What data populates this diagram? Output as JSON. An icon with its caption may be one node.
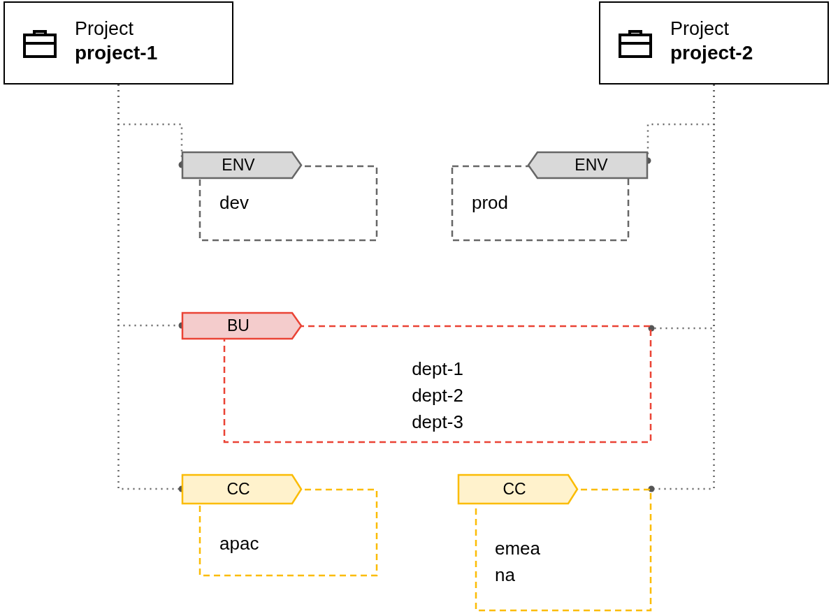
{
  "diagram": {
    "nodes": [
      {
        "text": [
          "Project",
          "project-1"
        ]
      },
      {
        "text": [
          "Project",
          "project-2"
        ]
      },
      {
        "text": [
          "ENV"
        ]
      },
      {
        "text": [
          "dev"
        ]
      },
      {
        "text": [
          "ENV"
        ]
      },
      {
        "text": [
          "prod"
        ]
      },
      {
        "text": [
          "BU"
        ]
      },
      {
        "text": [
          "dept-1",
          "dept-2",
          "dept-3"
        ]
      },
      {
        "text": [
          "CC"
        ]
      },
      {
        "text": [
          "apac"
        ]
      },
      {
        "text": [
          "CC"
        ]
      },
      {
        "text": [
          "emea",
          "na"
        ]
      }
    ],
    "edges": [
      {
        "from": 0,
        "to": 2,
        "arrow": "other"
      },
      {
        "from": 0,
        "to": 6,
        "arrow": "other"
      },
      {
        "from": 0,
        "to": 8,
        "arrow": "other"
      },
      {
        "from": 1,
        "to": 4,
        "arrow": "other"
      },
      {
        "from": 1,
        "to": 7,
        "arrow": "other"
      },
      {
        "from": 1,
        "to": 11,
        "arrow": "other"
      }
    ]
  }
}
